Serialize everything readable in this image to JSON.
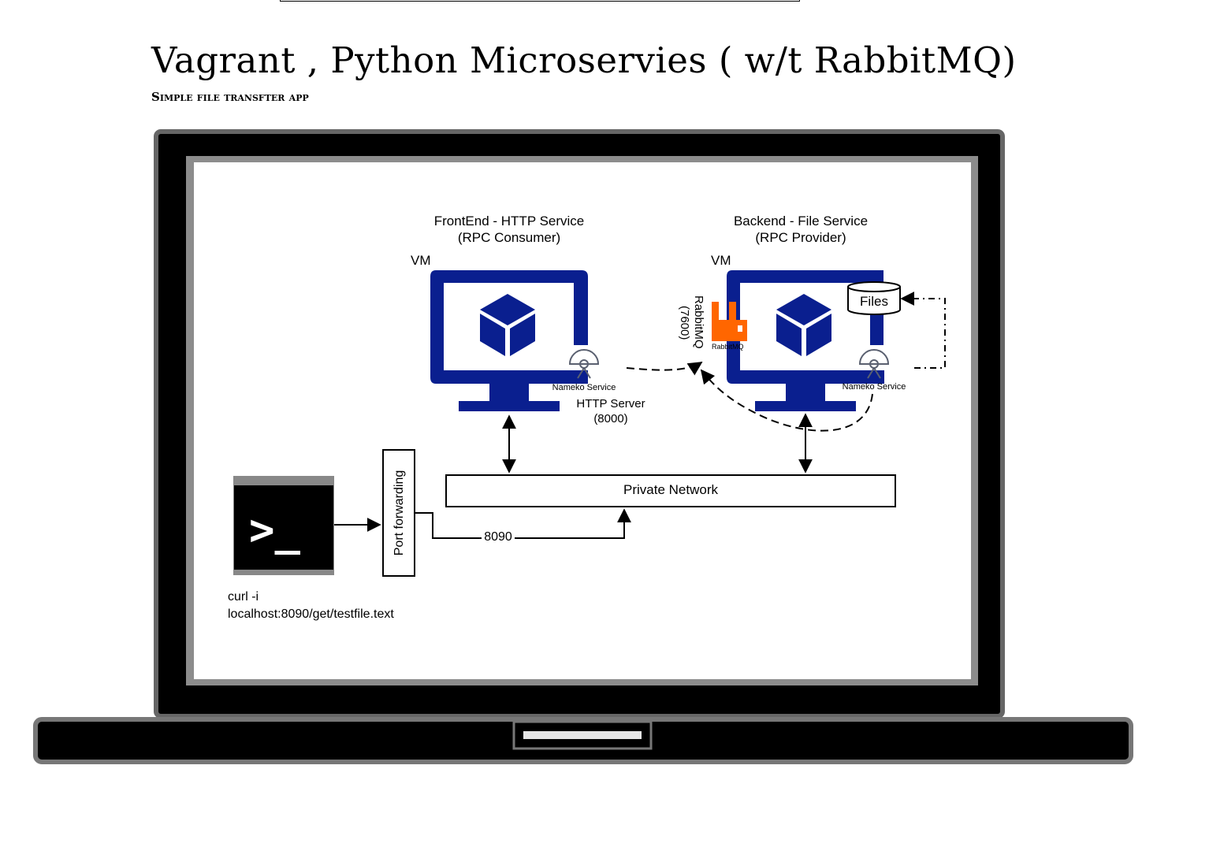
{
  "header": {
    "title": "Vagrant , Python Microservies ( w/t RabbitMQ)",
    "subtitle": "Simple file transfter app"
  },
  "frontend": {
    "title_line1": "FrontEnd - HTTP Service",
    "title_line2": "(RPC Consumer)",
    "vm_label": "VM",
    "nameko_label": "Nameko Service",
    "http_server_line1": "HTTP Server",
    "http_server_line2": "(8000)"
  },
  "backend": {
    "title_line1": "Backend - File Service",
    "title_line2": "(RPC Provider)",
    "vm_label": "VM",
    "nameko_label": "Nameko Service",
    "files_label": "Files",
    "rabbitmq_line1": "RabbitMQ",
    "rabbitmq_line2": "(7600)",
    "rabbitmq_logo_text": "RabbitMQ"
  },
  "network": {
    "private_network_label": "Private Network",
    "port_forwarding_label": "Port forwarding",
    "port_label": "8090"
  },
  "terminal": {
    "prompt_glyph": ">_",
    "command_line1": "curl -i",
    "command_line2": "localhost:8090/get/testfile.text"
  },
  "colors": {
    "monitor_blue": "#0a1f8f",
    "rabbitmq_orange": "#f60",
    "nameko_gray": "#5a6070",
    "laptop_black": "#000000"
  },
  "icons": [
    "monitor-icon",
    "cube-icon",
    "nameko-icon",
    "rabbitmq-icon",
    "database-icon",
    "terminal-icon",
    "laptop-frame"
  ]
}
